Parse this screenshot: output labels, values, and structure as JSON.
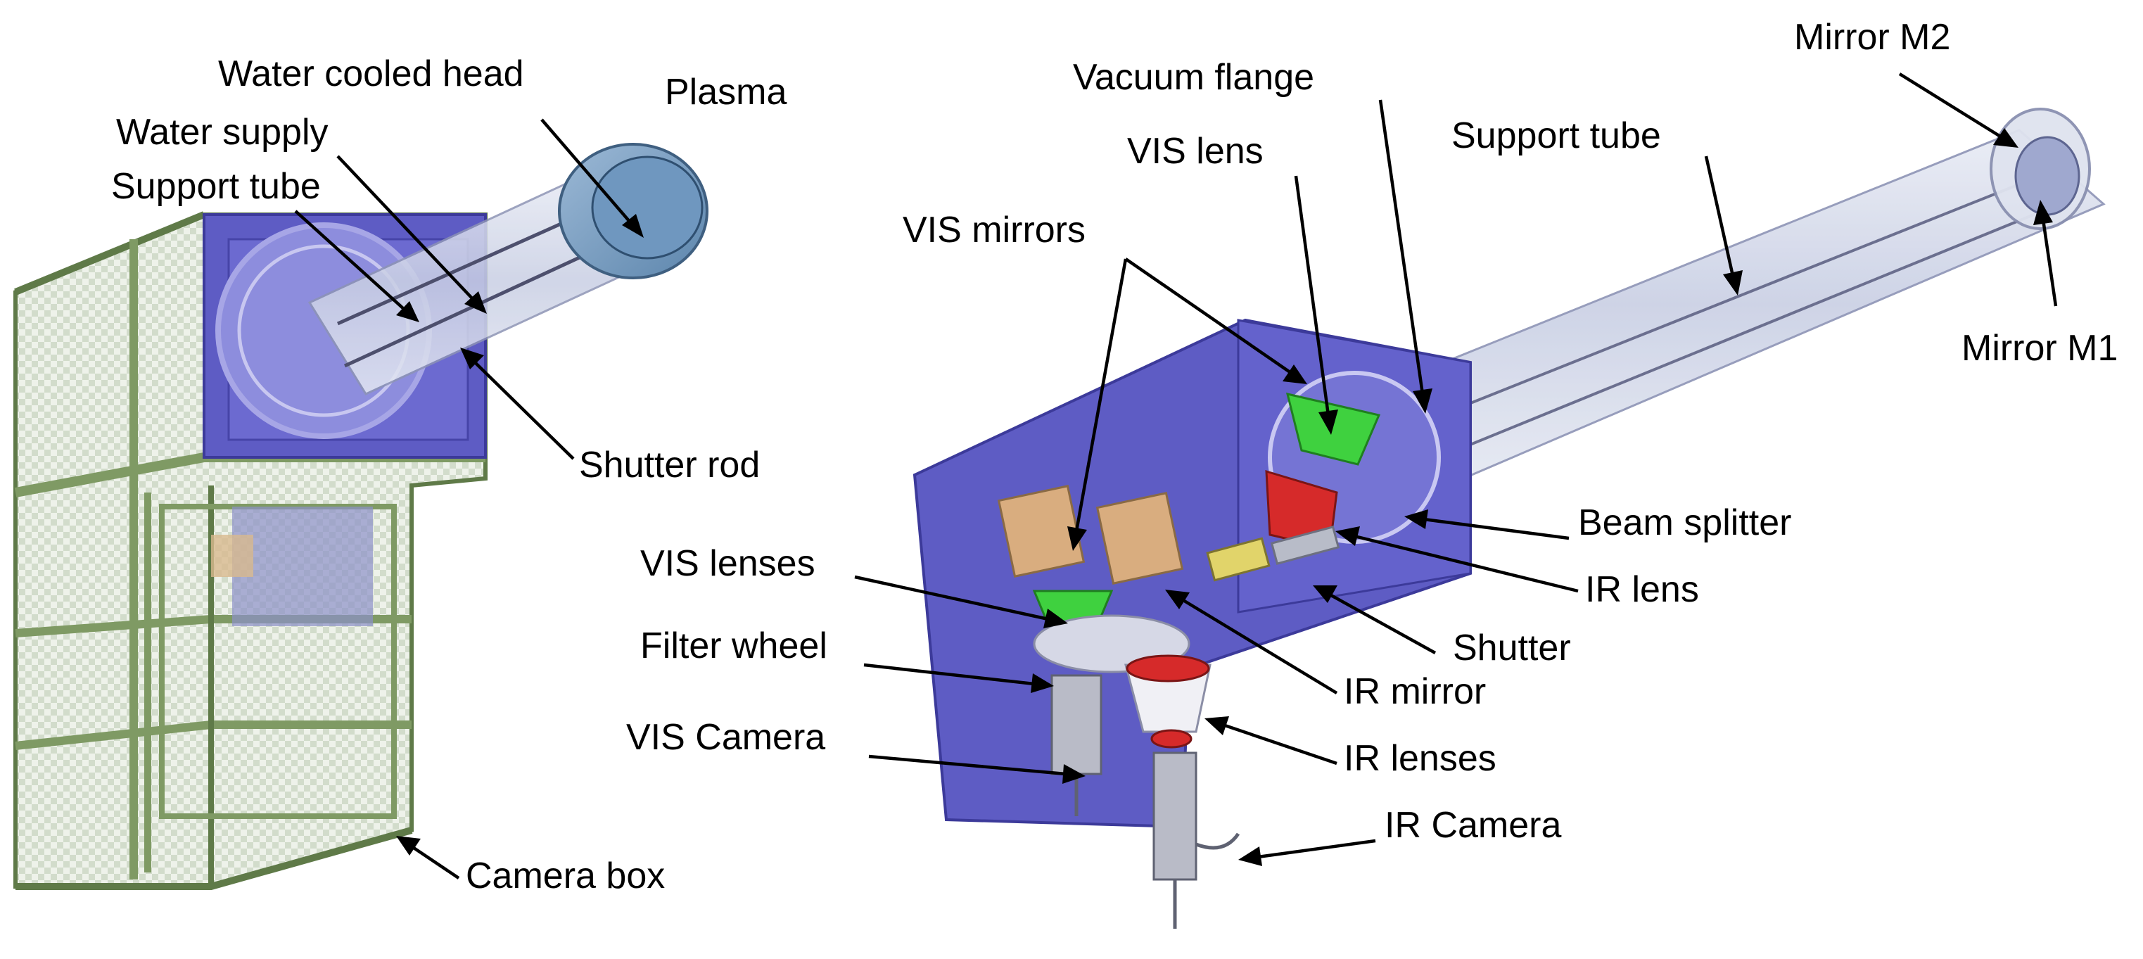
{
  "labels": {
    "water_cooled_head": "Water cooled head",
    "plasma": "Plasma",
    "water_supply": "Water supply",
    "support_tube_left": "Support tube",
    "shutter_rod": "Shutter rod",
    "camera_box": "Camera box",
    "vacuum_flange": "Vacuum flange",
    "vis_lens": "VIS lens",
    "support_tube_right": "Support tube",
    "mirror_m2": "Mirror M2",
    "mirror_m1": "Mirror M1",
    "vis_mirrors": "VIS mirrors",
    "beam_splitter": "Beam splitter",
    "ir_lens": "IR lens",
    "vis_lenses": "VIS lenses",
    "shutter": "Shutter",
    "filter_wheel": "Filter wheel",
    "ir_mirror": "IR mirror",
    "vis_camera": "VIS Camera",
    "ir_lenses": "IR lenses",
    "ir_camera": "IR Camera"
  },
  "colors": {
    "flange_blue": "#5e5cc4",
    "camera_box_green": "#a9c08c",
    "vis_green": "#3fd13f",
    "ir_red": "#d62a2a",
    "copper": "#d9ad7f"
  }
}
